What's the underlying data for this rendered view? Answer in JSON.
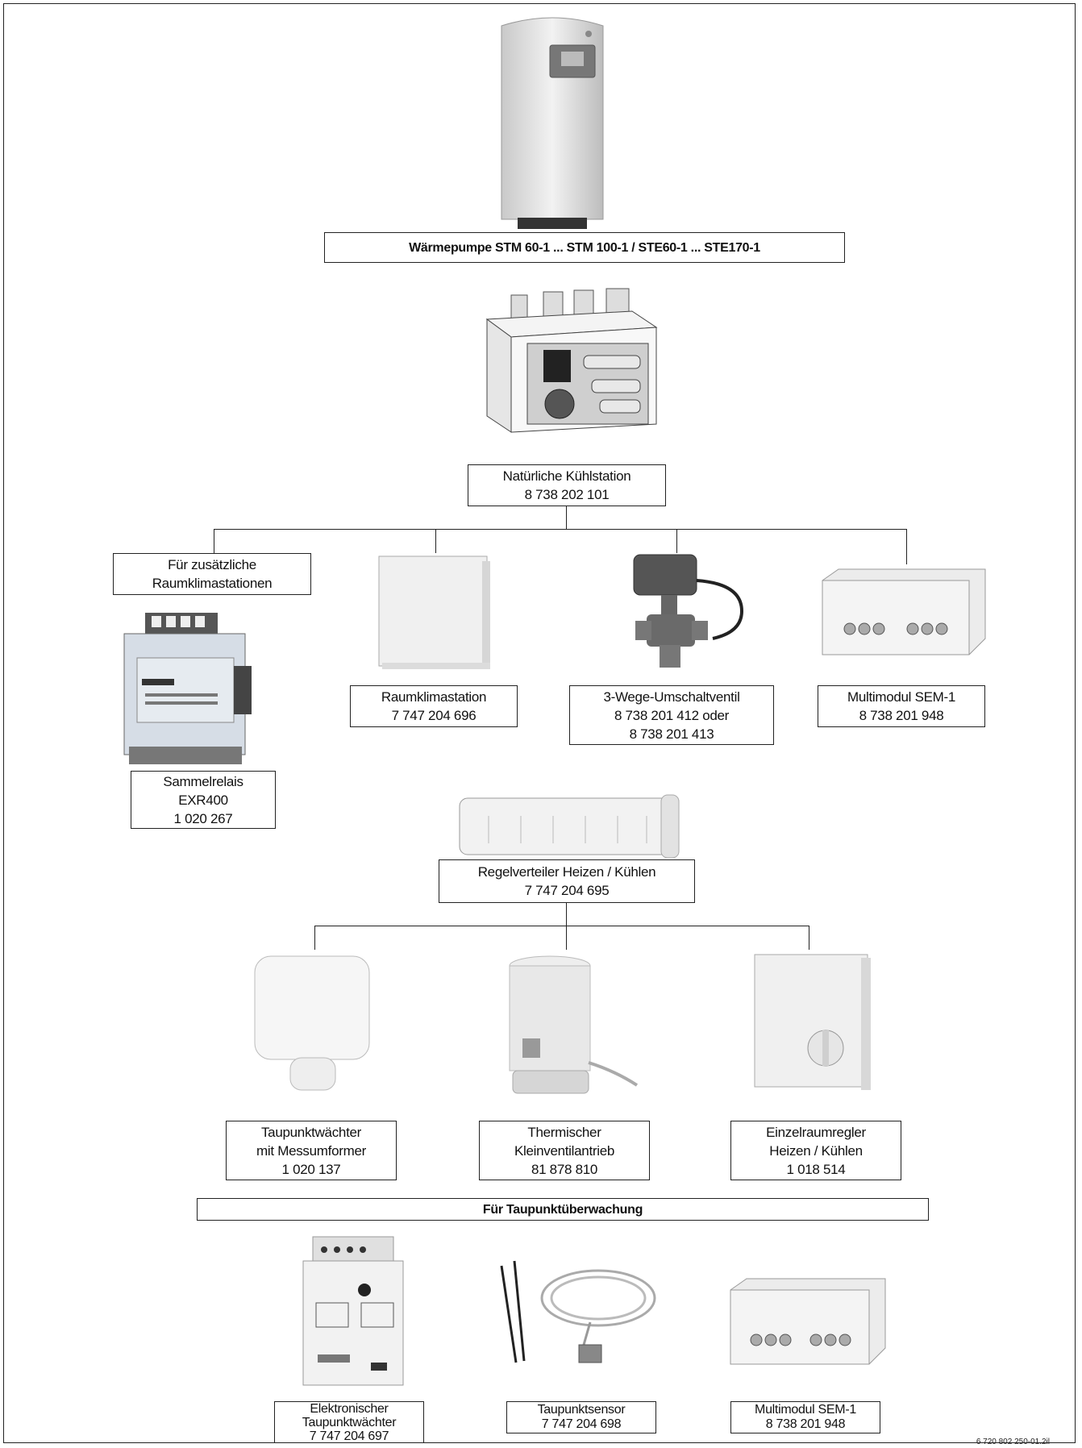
{
  "heat_pump": {
    "label": "Wärmepumpe STM 60-1 ... STM 100-1 / STE60-1 ... STE170-1"
  },
  "cooling_station": {
    "name": "Natürliche Kühlstation",
    "number": "8 738 202 101"
  },
  "extra_stations": {
    "line1": "Für zusätzliche",
    "line2": "Raumklimastationen"
  },
  "collective_relay": {
    "name": "Sammelrelais",
    "model": "EXR400",
    "number": "1 020 267"
  },
  "room_climate_station": {
    "name": "Raumklimastation",
    "number": "7 747 204 696"
  },
  "three_way_valve": {
    "name": "3-Wege-Umschaltventil",
    "number1": "8 738 201 412 oder",
    "number2": "8 738 201 413"
  },
  "multimodule_top": {
    "name": "Multimodul SEM-1",
    "number": "8 738 201 948"
  },
  "control_distributor": {
    "name": "Regelverteiler Heizen / Kühlen",
    "number": "7 747 204 695"
  },
  "dewpoint_monitor": {
    "line1": "Taupunktwächter",
    "line2": "mit Messumformer",
    "number": "1 020 137"
  },
  "thermal_actuator": {
    "line1": "Thermischer",
    "line2": "Kleinventilantrieb",
    "number": "81 878 810"
  },
  "room_controller": {
    "line1": "Einzelraumregler",
    "line2": "Heizen / Kühlen",
    "number": "1 018 514"
  },
  "dewpoint_section": {
    "label": "Für Taupunktüberwachung"
  },
  "electronic_monitor": {
    "line1": "Elektronischer",
    "line2": "Taupunktwächter",
    "number": "7 747 204 697"
  },
  "dewpoint_sensor": {
    "name": "Taupunktsensor",
    "number": "7 747 204 698"
  },
  "multimodule_bottom": {
    "name": "Multimodul SEM-1",
    "number": "8 738 201 948"
  },
  "figure_id": "6 720 802 250-01.2il"
}
